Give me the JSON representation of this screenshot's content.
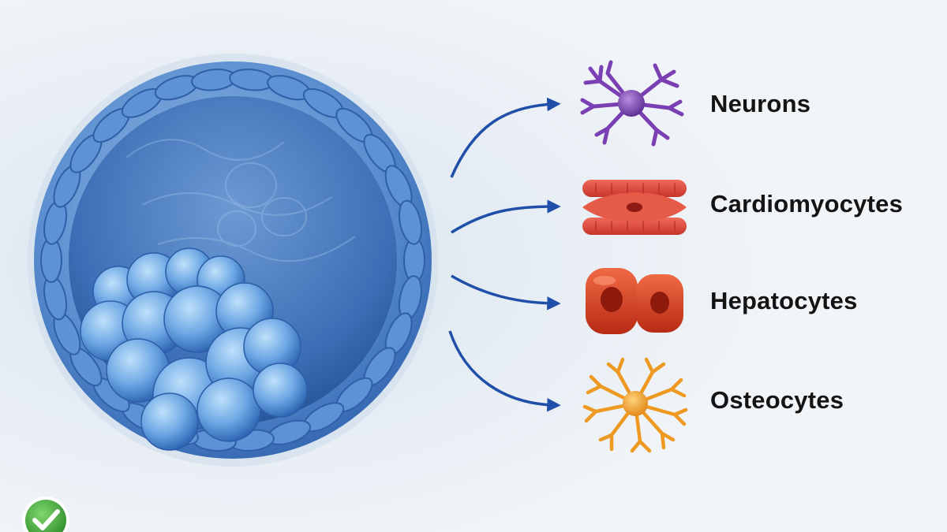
{
  "diagram": {
    "source": {
      "name": "embryonic-stem-cell-blastocyst"
    },
    "cell_types": [
      {
        "id": "neurons",
        "label": "Neurons",
        "icon": "neuron-icon",
        "color": "#7b3fb4"
      },
      {
        "id": "cardiomyocytes",
        "label": "Cardiomyocytes",
        "icon": "cardiomyocyte-icon",
        "color": "#e2473a"
      },
      {
        "id": "hepatocytes",
        "label": "Hepatocytes",
        "icon": "hepatocyte-icon",
        "color": "#d43c24"
      },
      {
        "id": "osteocytes",
        "label": "Osteocytes",
        "icon": "osteocyte-icon",
        "color": "#ee9a22"
      }
    ],
    "arrow_color": "#1f4fa8",
    "badge": {
      "icon": "check-mark-icon",
      "color": "#3fa53a"
    }
  }
}
